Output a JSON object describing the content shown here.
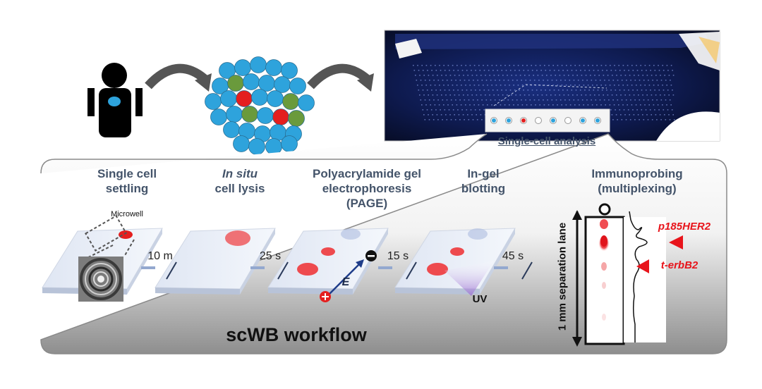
{
  "top_panel": {
    "callout_label": "Single-cell analysis"
  },
  "workflow_panel": {
    "title": "scWB workflow",
    "steps": [
      {
        "title_line1": "Single cell",
        "title_line2": "settling",
        "sublabel": "Microwell"
      },
      {
        "title_line1_italic": "In situ",
        "title_line2": "cell lysis"
      },
      {
        "title_line1": "Polyacrylamide gel",
        "title_line2": "electrophoresis",
        "title_line3": "(PAGE)",
        "field_label": "E"
      },
      {
        "title_line1": "In-gel",
        "title_line2": "blotting",
        "sublabel": "UV"
      },
      {
        "title_line1": "Immunoprobing",
        "title_line2": "(multiplexing)"
      }
    ],
    "intervals": [
      "10 m",
      "25 s",
      "15 s",
      "45 s"
    ],
    "lane_label": "1 mm separation lane",
    "markers": [
      "p185HER2",
      "t-erbB2"
    ]
  },
  "colors": {
    "title_text": "#44546a",
    "marker_red": "#e8141b",
    "cell_blue": "#2ea3dc",
    "cell_red": "#e41f1f",
    "cell_green": "#6a9a3c",
    "chip_dark": "#0b1535"
  }
}
